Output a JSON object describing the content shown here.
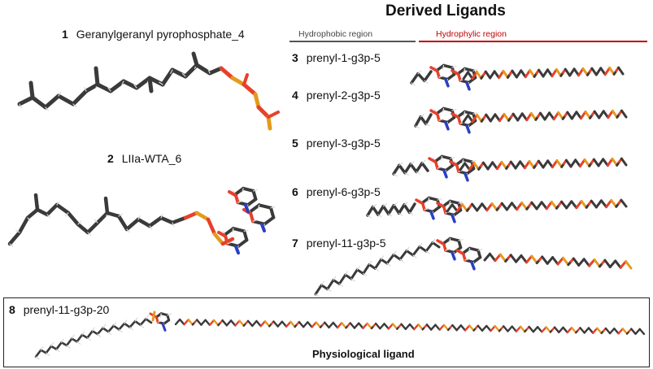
{
  "header": {
    "title": "Derived Ligands",
    "hydrophobic_label": "Hydrophobic region",
    "hydrophilic_label": "Hydrophylic region"
  },
  "colors": {
    "carbon": "#3a3a3a",
    "hydrogen": "#d9d9d9",
    "oxygen": "#e8402a",
    "phosphorus": "#e39b1e",
    "nitrogen": "#2b3fc0",
    "hydrophobic_rule": "#555555",
    "hydrophilic_rule": "#c00000",
    "hydrophilic_text": "#c00000"
  },
  "molecules": [
    {
      "number": "1",
      "name": "Geranylgeranyl pyrophosphate_4"
    },
    {
      "number": "2",
      "name": "LIIa-WTA_6"
    },
    {
      "number": "3",
      "name": "prenyl-1-g3p-5"
    },
    {
      "number": "4",
      "name": "prenyl-2-g3p-5"
    },
    {
      "number": "5",
      "name": "prenyl-3-g3p-5"
    },
    {
      "number": "6",
      "name": "prenyl-6-g3p-5"
    },
    {
      "number": "7",
      "name": "prenyl-11-g3p-5"
    },
    {
      "number": "8",
      "name": "prenyl-11-g3p-20"
    }
  ],
  "footer": {
    "caption": "Physiological ligand"
  }
}
